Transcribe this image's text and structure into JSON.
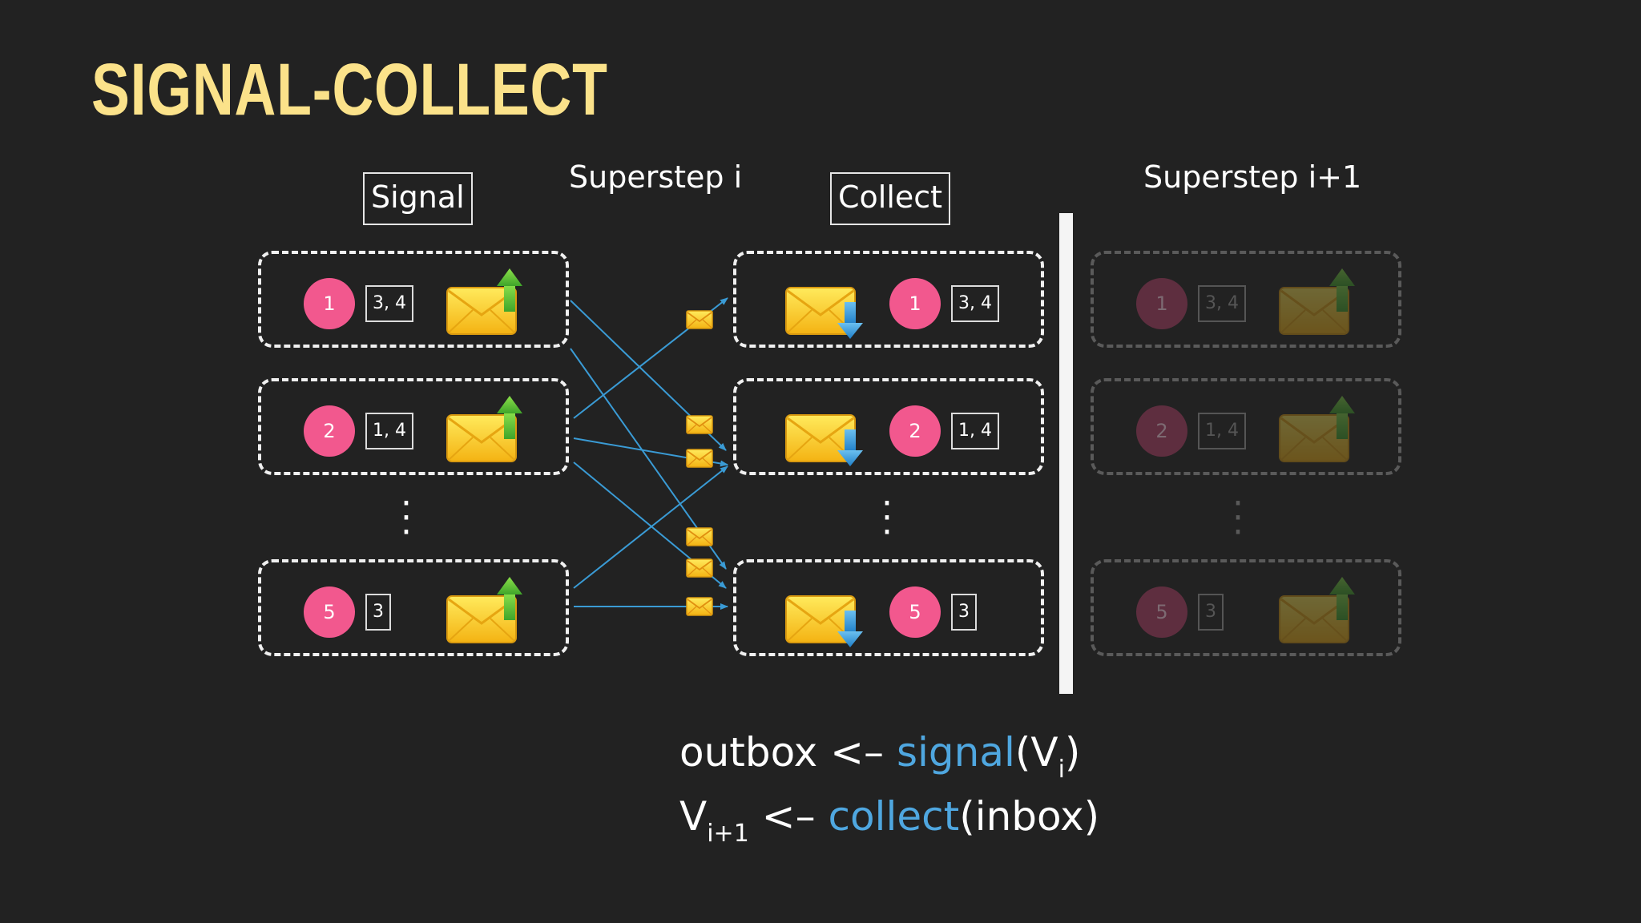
{
  "title": "SIGNAL-COLLECT",
  "labels": {
    "signal": "Signal",
    "superstep_i": "Superstep i",
    "collect": "Collect",
    "superstep_next": "Superstep i+1"
  },
  "vertices": [
    {
      "id": "1",
      "neighbors": "3, 4"
    },
    {
      "id": "2",
      "neighbors": "1, 4"
    },
    {
      "id": "5",
      "neighbors": "3"
    }
  ],
  "formulas": {
    "line1": {
      "lhs": "outbox <– ",
      "fn": "signal",
      "open": "(V",
      "sub": "i",
      "close": ")"
    },
    "line2": {
      "lhs_v": "V",
      "lhs_sub": "i+1",
      "arrow": " <– ",
      "fn": "collect",
      "arg": "(inbox)"
    }
  },
  "colors": {
    "title": "#fbe28a",
    "vertex": "#f2588e",
    "function": "#4fa7e0",
    "message_arrow": "#3a9bd5",
    "envelope": "#f7c528"
  },
  "icons": {
    "send": "envelope-up-arrow-icon",
    "receive": "envelope-down-arrow-icon",
    "message": "mini-envelope-icon"
  }
}
